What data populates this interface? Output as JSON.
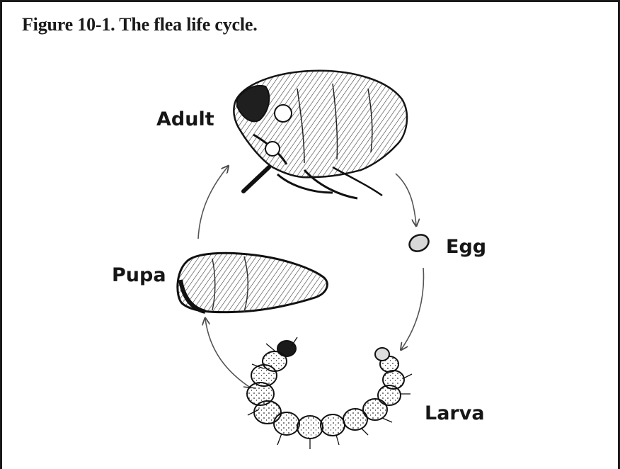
{
  "figure": {
    "caption": "Figure 10-1. The flea life cycle."
  },
  "stages": {
    "adult": "Adult",
    "egg": "Egg",
    "larva": "Larva",
    "pupa": "Pupa"
  }
}
